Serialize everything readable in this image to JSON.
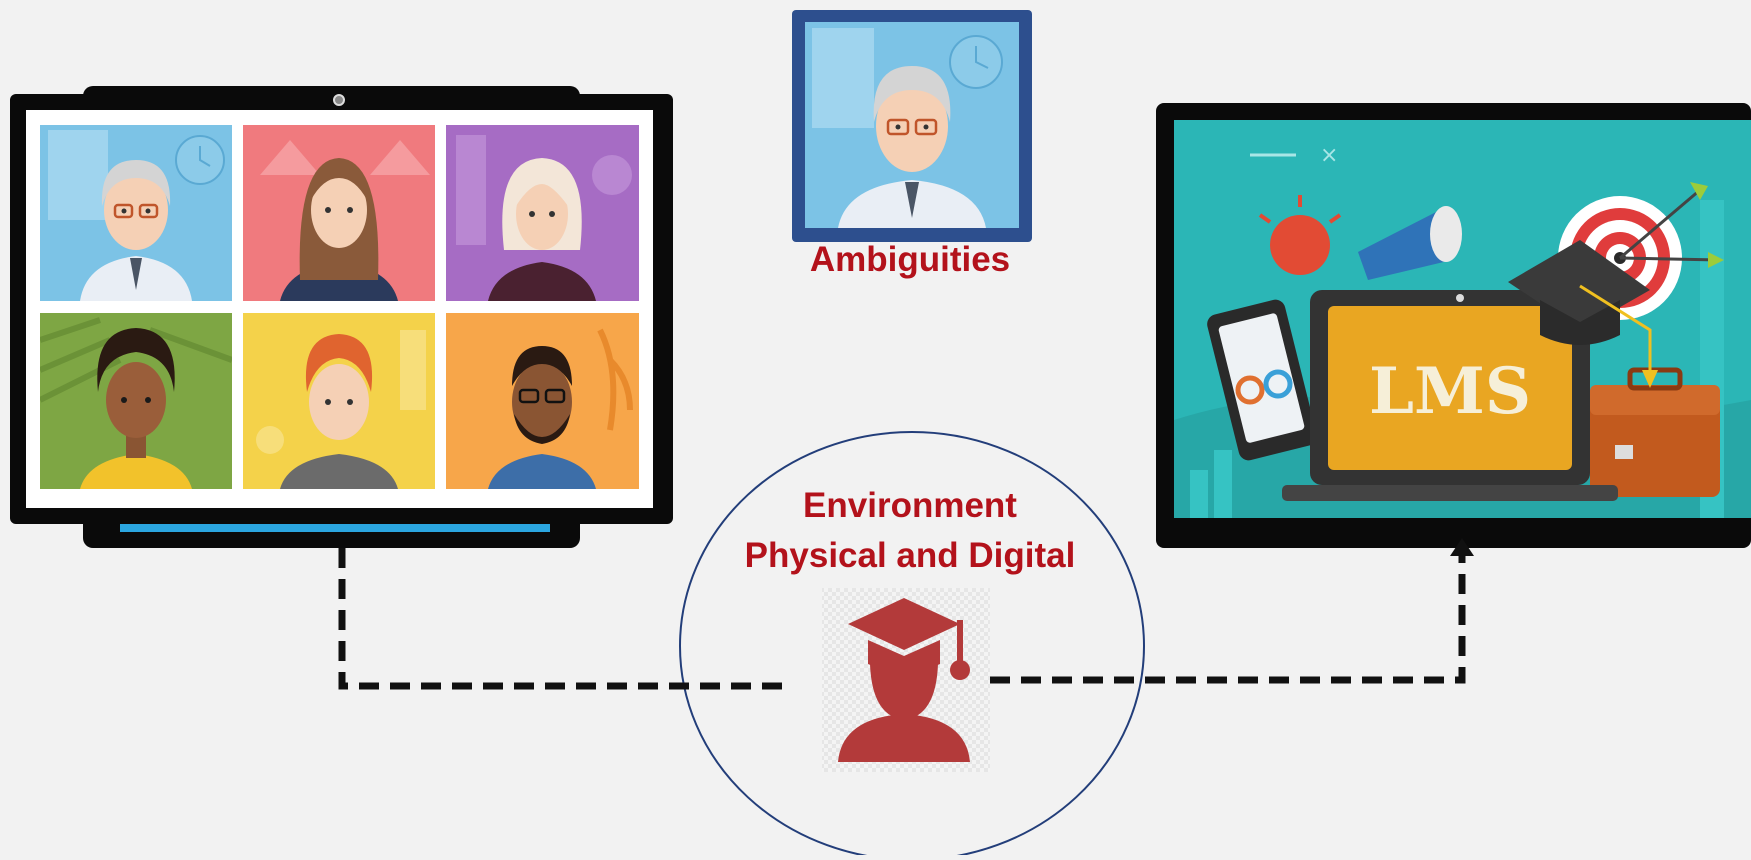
{
  "diagram": {
    "ambiguities_label": "Ambiguities",
    "environment_label_line1": "Environment",
    "environment_label_line2": "Physical and Digital",
    "lms_screen_text": "LMS"
  },
  "colors": {
    "accent_red": "#b3121b",
    "icon_red": "#b33a3a",
    "circle_stroke": "#233e7a",
    "dashed_connector": "#111111",
    "portrait_frame": "#2d4f8e"
  },
  "icons": {
    "video_call_screen": "video-conference-grid",
    "portrait": "avatar-portrait",
    "student": "graduate-student-icon",
    "lms_scene": "lms-laptop-illustration"
  }
}
